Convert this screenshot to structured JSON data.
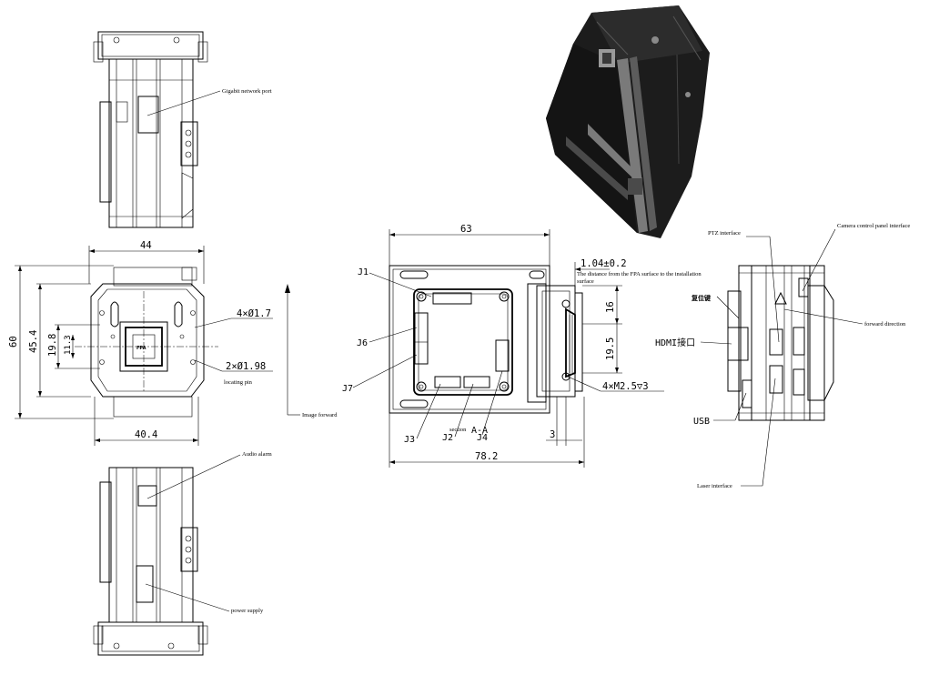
{
  "dimensions": {
    "width_44": "44",
    "width_40_4": "40.4",
    "height_60": "60",
    "height_45_4": "45.4",
    "height_19_8": "19.8",
    "height_11_3": "11.3",
    "holes_4": "4×Ø1.7",
    "holes_2": "2×Ø1.98",
    "width_63": "63",
    "width_78_2": "78.2",
    "fpa_offset": "1.04±0.2",
    "depth_16": "16",
    "depth_19_5": "19.5",
    "depth_3": "3",
    "threads": "4×M2.5▽3"
  },
  "annotations": {
    "gigabit": "Gigabit network port",
    "locating_pin": "locating pin",
    "image_forward": "Image forward",
    "audio_alarm": "Audio alarm",
    "power_supply": "power supply",
    "fpa_distance_1": "The distance from the FPA surface to the installation",
    "fpa_distance_2": "surface",
    "section": "section",
    "section_aa": "A-A",
    "ptz": "PTZ interface",
    "camera_panel": "Camera control panel interface",
    "reset_key": "复位键",
    "forward_direction": "forward direction",
    "hdmi": "HDMI接口",
    "usb": "USB",
    "laser": "Laser interface",
    "fpa_chip": "FPA"
  },
  "connectors": {
    "j1": "J1",
    "j2": "J2",
    "j3": "J3",
    "j4": "J4",
    "j6": "J6",
    "j7": "J7"
  },
  "colors": {
    "line": "#000000",
    "background": "#ffffff",
    "render_body": "#1c1c1c",
    "render_highlight": "#7a7a7a"
  }
}
